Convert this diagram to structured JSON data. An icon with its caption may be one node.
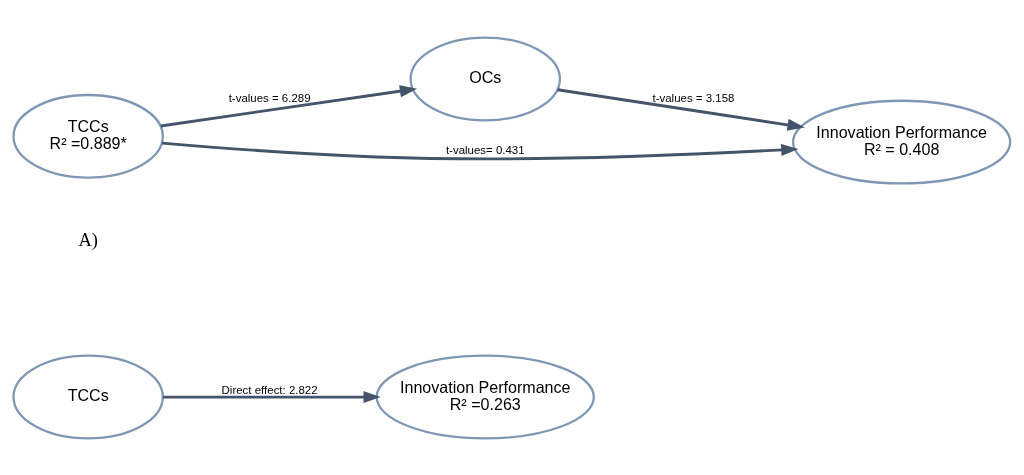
{
  "diagram": {
    "nodes": [
      {
        "text": [
          "TCCs"
        ]
      },
      {
        "text": [
          "Innovation Performance",
          "R² =0.263"
        ]
      },
      {
        "text": [
          "OCs"
        ]
      },
      {
        "text": [
          "TCCs",
          "R² =0.889*"
        ]
      },
      {
        "text": [
          "Innovation Performance",
          "R² = 0.408"
        ]
      }
    ],
    "edges": [
      {
        "from": 0,
        "to": 1,
        "arrow": "to",
        "label": "Direct effect: 2.822"
      },
      {
        "from": 3,
        "to": 2,
        "arrow": "to",
        "label": "t-values = 6.289"
      },
      {
        "from": 2,
        "to": 4,
        "arrow": "to",
        "label": "t-values = 3.158"
      },
      {
        "from": 3,
        "to": 4,
        "arrow": "to",
        "label": "t-values= 0.431"
      }
    ],
    "labels": [
      "A)"
    ]
  }
}
